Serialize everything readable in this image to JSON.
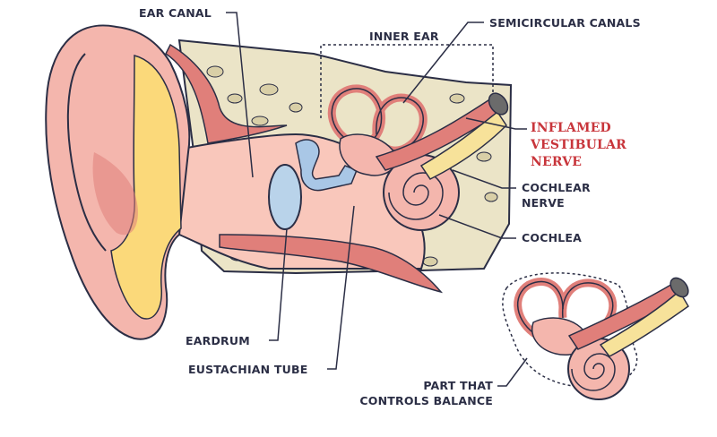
{
  "labels": {
    "ear_canal": "EAR CANAL",
    "inner_ear": "INNER EAR",
    "semicircular_canals": "SEMICIRCULAR CANALS",
    "inflamed_line1": "INFLAMED",
    "inflamed_line2": "VESTIBULAR",
    "inflamed_line3": "NERVE",
    "cochlear_nerve_line1": "COCHLEAR",
    "cochlear_nerve_line2": "NERVE",
    "cochlea": "COCHLEA",
    "eardrum": "EARDRUM",
    "eustachian_tube": "EUSTACHIAN TUBE",
    "balance_line1": "PART THAT",
    "balance_line2": "CONTROLS BALANCE"
  },
  "colors": {
    "skin": "#f4b6ad",
    "skin_dark": "#e07f7a",
    "fat": "#fbd97a",
    "bone": "#ebe4c7",
    "bone_spot": "#d9cfa7",
    "canal": "#f9c7bb",
    "eardrum": "#b9d3ea",
    "ossicle": "#a9c7e6",
    "nerve": "#f7e29a",
    "outline": "#2b2e45",
    "highlight_text": "#c8353b"
  }
}
